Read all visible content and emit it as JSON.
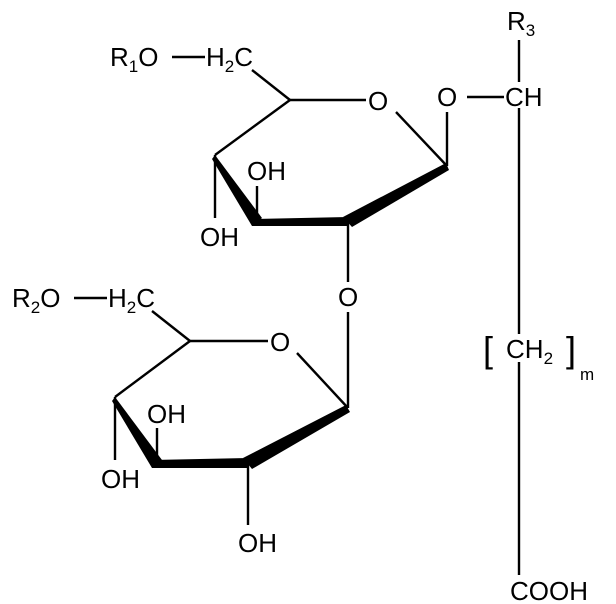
{
  "labels": {
    "r1_group": "R",
    "r1_sub": "1",
    "r1_oxygen": "O",
    "r1_ch2_h": "H",
    "r1_ch2_sub": "2",
    "r1_ch2_c": "C",
    "ring1_oxygen": "O",
    "glycosidic_oxygen_1": "O",
    "ch_group": "CH",
    "r3_group": "R",
    "r3_sub": "3",
    "ring1_oh_upper": "OH",
    "ring1_oh_lower": "OH",
    "linking_oxygen": "O",
    "r2_group": "R",
    "r2_sub": "2",
    "r2_oxygen": "O",
    "r2_ch2_h": "H",
    "r2_ch2_sub": "2",
    "r2_ch2_c": "C",
    "ring2_oxygen": "O",
    "ring2_oh_upper": "OH",
    "ring2_oh_lower": "OH",
    "ring2_oh_bottom": "OH",
    "chain_open_bracket": "[",
    "chain_ch2_ch": "CH",
    "chain_ch2_sub": "2",
    "chain_close_bracket": "]",
    "chain_repeat": "m",
    "carboxyl": "COOH"
  },
  "colors": {
    "ink": "#000000",
    "background": "#ffffff"
  }
}
